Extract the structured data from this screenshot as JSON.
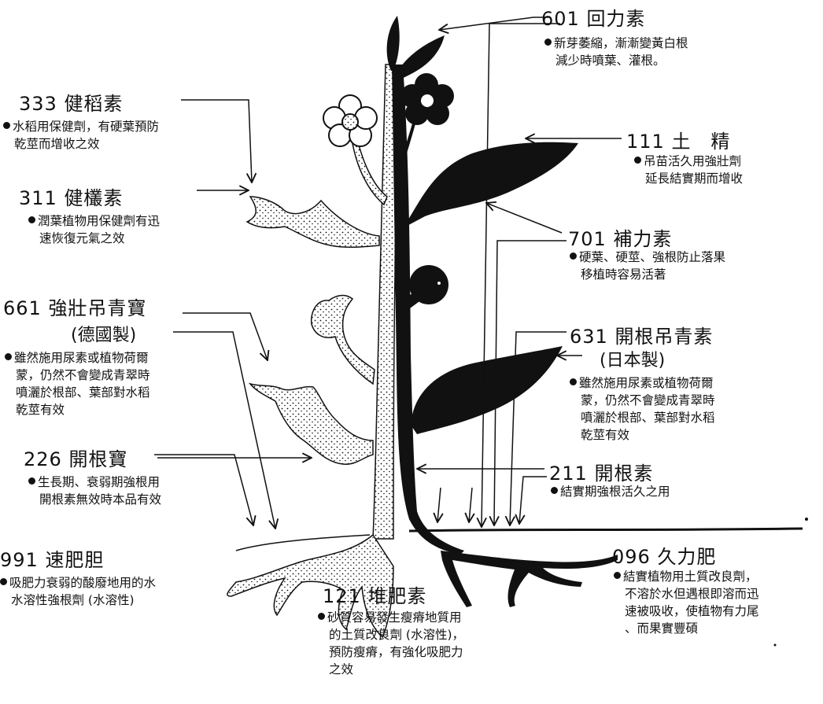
{
  "colors": {
    "ink": "#111111",
    "paper": "#ffffff"
  },
  "products": {
    "p601": {
      "title": "601 回力素",
      "desc": [
        "新芽萎縮，漸漸變黃白根",
        "減少時噴葉、灌根。"
      ]
    },
    "p333": {
      "title": "333 健稻素",
      "desc": [
        "水稻用保健劑，有硬葉預防",
        "乾莖而增收之效"
      ]
    },
    "p111": {
      "title": "111 土　精",
      "desc": [
        "吊苗活久用強壯劑",
        "延長結實期而增收"
      ]
    },
    "p311": {
      "title": "311 健欉素",
      "desc": [
        "潤葉植物用保健劑有迅",
        "速恢復元氣之效"
      ]
    },
    "p701": {
      "title": "701 補力素",
      "desc": [
        "硬葉、硬莖、強根防止落果",
        "移植時容易活著"
      ]
    },
    "p661": {
      "title": "661 強壯吊青寶",
      "origin": "(德國製)",
      "desc": [
        "雖然施用尿素或植物荷爾",
        "蒙，仍然不會變成青翠時",
        "噴灑於根部、葉部對水稻",
        "乾莖有效"
      ]
    },
    "p631": {
      "title": "631 開根吊青素",
      "origin": "(日本製)",
      "desc": [
        "雖然施用尿素或植物荷爾",
        "蒙，仍然不會變成青翠時",
        "噴灑於根部、葉部對水稻",
        "乾莖有效"
      ]
    },
    "p226": {
      "title": "226 開根寶",
      "desc": [
        "生長期、衰弱期強根用",
        "開根素無效時本品有效"
      ]
    },
    "p211": {
      "title": "211 開根素",
      "desc": [
        "結實期強根活久之用"
      ]
    },
    "p991": {
      "title": "991 速肥胆",
      "desc": [
        "吸肥力衰弱的酸廢地用的水",
        "水溶性強根劑 (水溶性)"
      ]
    },
    "p096": {
      "title": "096 久力肥",
      "desc": [
        "結實植物用土質改良劑，",
        "不溶於水但遇根即溶而迅",
        "速被吸收，使植物有力尾",
        "、而果實豐碩"
      ]
    },
    "p121": {
      "title": "121 堆肥素",
      "desc": [
        "砂質容易發生瘦瘠地質用",
        "的土質改良劑 (水溶性)，",
        "預防瘦瘠，有強化吸肥力",
        "之效"
      ]
    }
  }
}
